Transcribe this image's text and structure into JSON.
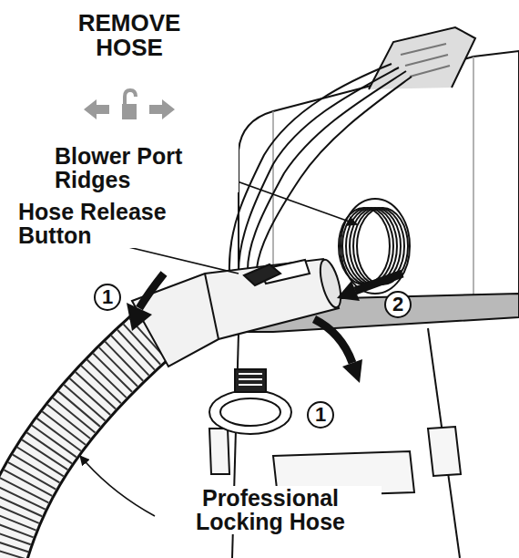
{
  "diagram": {
    "title": "REMOVE HOSE",
    "labels": [
      "Blower Port Ridges",
      "Hose Release Button",
      "1",
      "2",
      "1",
      "Professional Locking Hose"
    ]
  }
}
